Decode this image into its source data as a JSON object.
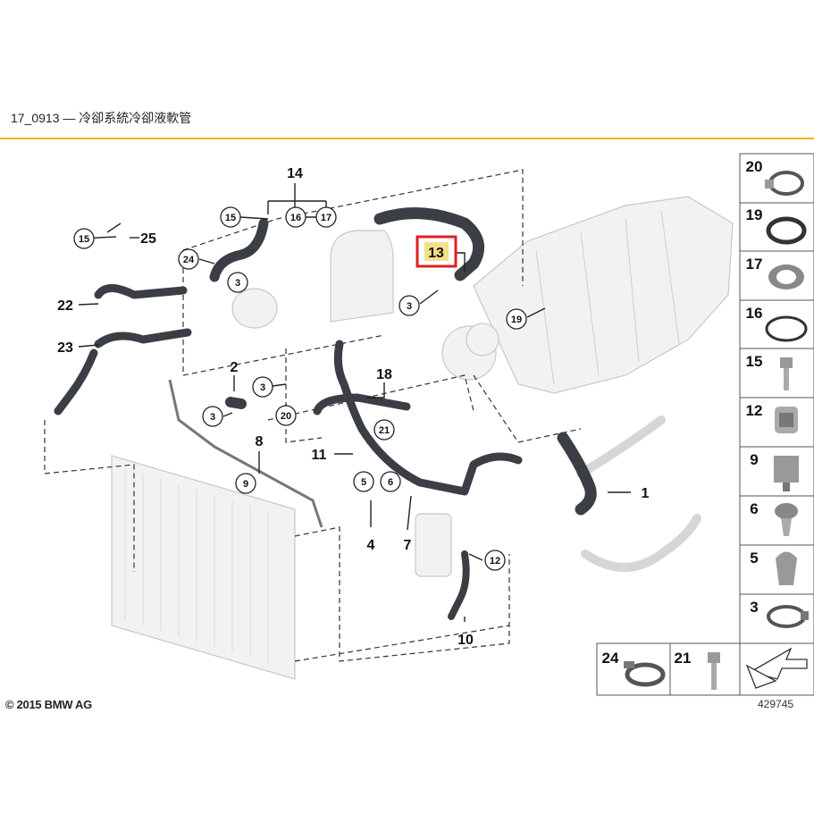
{
  "header": {
    "title": "17_0913 — 冷卻系統冷卻液軟管"
  },
  "footer": {
    "copyright": "© 2015 BMW AG",
    "diagram_id": "429745"
  },
  "callouts": {
    "c1": "1",
    "c2": "2",
    "c3a": "3",
    "c3b": "3",
    "c3c": "3",
    "c3d": "3",
    "c4": "4",
    "c5": "5",
    "c6": "6",
    "c7": "7",
    "c8": "8",
    "c9": "9",
    "c10": "10",
    "c11": "11",
    "c12": "12",
    "c13": "13",
    "c14": "14",
    "c15a": "15",
    "c15b": "15",
    "c16": "16",
    "c17": "17",
    "c18": "18",
    "c19": "19",
    "c20": "20",
    "c21": "21",
    "c22": "22",
    "c23": "23",
    "c24": "24",
    "c25": "25"
  },
  "parts_panel": [
    "20",
    "19",
    "17",
    "16",
    "15",
    "12",
    "9",
    "6",
    "5",
    "3"
  ],
  "bottom_parts": [
    "24",
    "21"
  ],
  "highlight_color": "#e02020",
  "highlight_fill": "#f5e08a"
}
